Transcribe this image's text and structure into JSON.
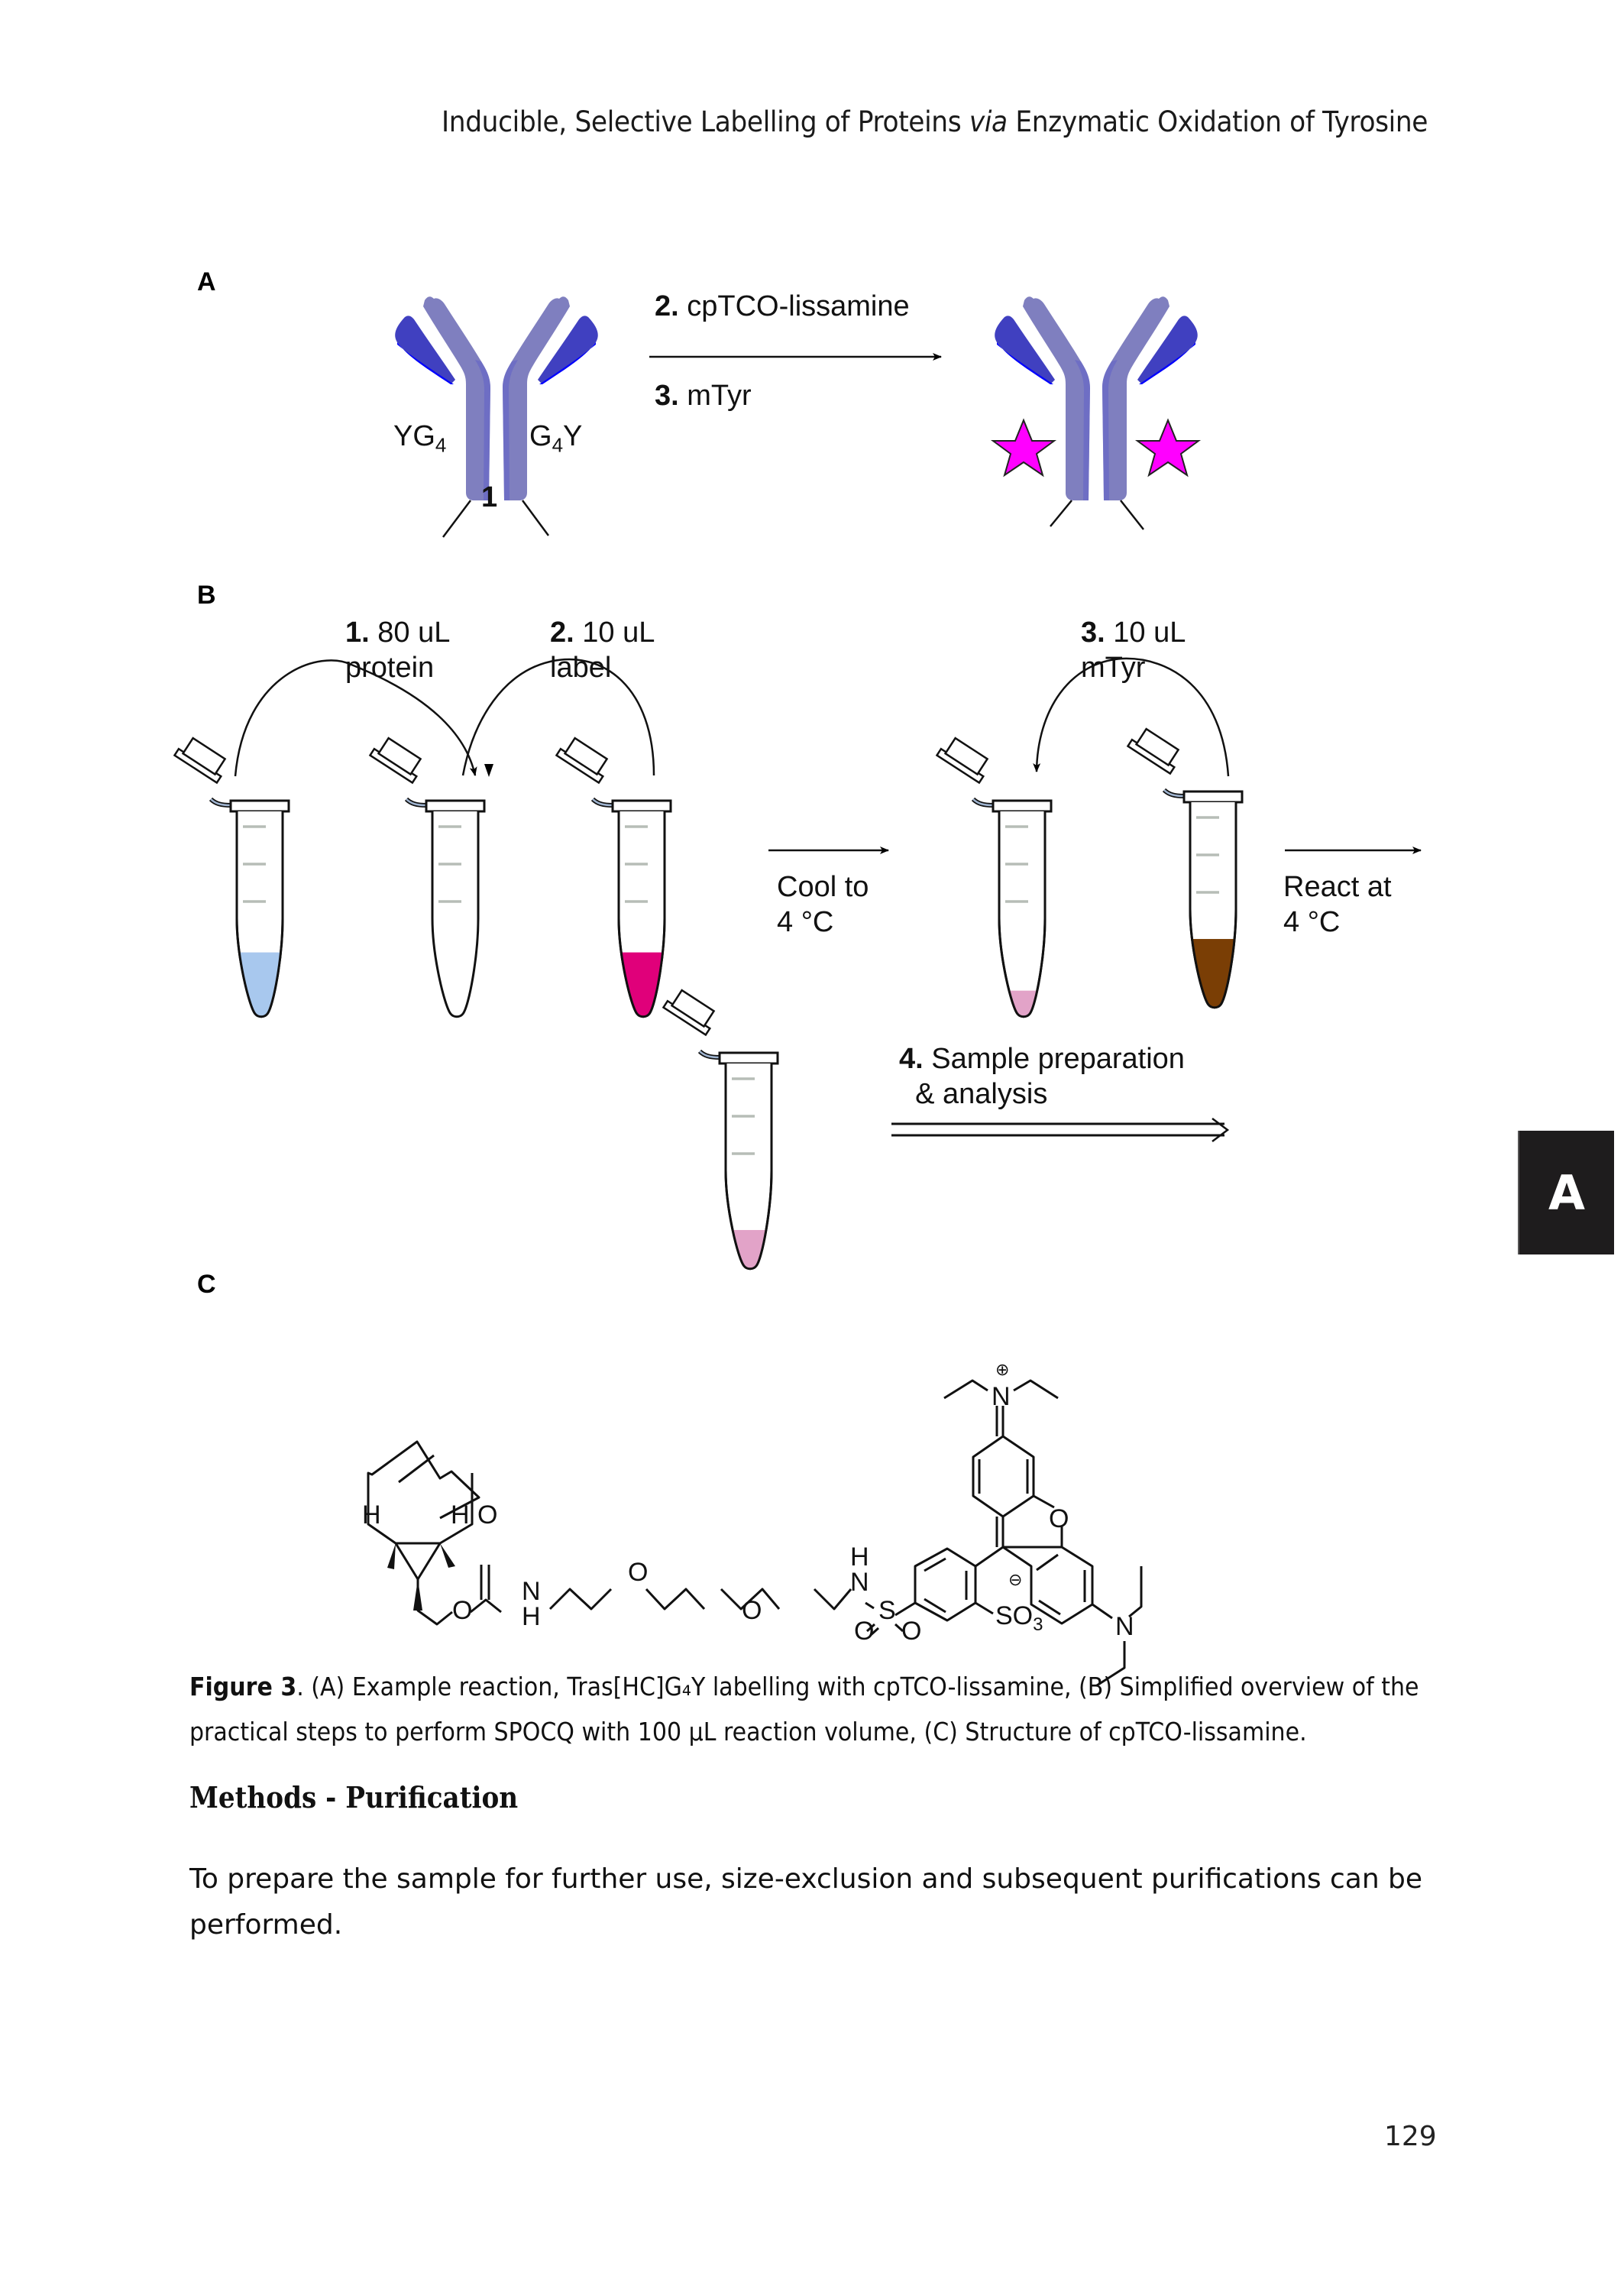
{
  "header": {
    "title_part1": "Inducible, Selective Labelling of Proteins ",
    "title_italic": "via",
    "title_part2": " Enzymatic Oxidation of Tyrosine"
  },
  "figure": {
    "panel_a": {
      "label": "A",
      "left_tag": "YG",
      "left_tag_sub": "4",
      "right_tag": "G",
      "right_tag_sub": "4",
      "right_tag_end": "Y",
      "compound_number": "1",
      "step2_num": "2.",
      "step2_text": " cpTCO-lissamine",
      "step3_num": "3.",
      "step3_text": " mTyr",
      "colors": {
        "antibody_heavy": "#7f7fbf",
        "antibody_light": "#4040c0",
        "label_star": "#ff00ff"
      }
    },
    "panel_b": {
      "label": "B",
      "step1_num": "1.",
      "step1_line1": " 80 uL",
      "step1_line2": "protein",
      "step2_num": "2.",
      "step2_line1": " 10 uL",
      "step2_line2": "label",
      "step3_num": "3.",
      "step3_line1": " 10 uL",
      "step3_line2": "mTyr",
      "cool_line1": "Cool to",
      "cool_line2": "4 °C",
      "react_line1": "React at",
      "react_line2": "4 °C",
      "step4_num": "4.",
      "step4_line1": " Sample preparation",
      "step4_line2": "& analysis",
      "tubes": [
        {
          "name": "protein-tube",
          "liquid_color": "#a8c8ee",
          "fill_level": 0.3
        },
        {
          "name": "empty-reaction-tube",
          "liquid_color": "",
          "fill_level": 0
        },
        {
          "name": "label-tube",
          "liquid_color": "#e0007a",
          "fill_level": 0.3
        },
        {
          "name": "cooled-mixture-tube",
          "liquid_color": "#e2a3c8",
          "fill_level": 0.12
        },
        {
          "name": "mtyr-tube",
          "liquid_color": "#7a3e05",
          "fill_level": 0.32
        },
        {
          "name": "final-sample-tube",
          "liquid_color": "#e2a3c8",
          "fill_level": 0.18
        }
      ]
    },
    "panel_c": {
      "label": "C",
      "atoms": {
        "H_left": "H",
        "H_right": "H",
        "O_carbonyl": "O",
        "O_ester": "O",
        "N_carbamate": "N",
        "H_carbamate": "H",
        "O_peg1": "O",
        "O_peg2": "O",
        "N_sulfonamide": "N",
        "H_sulfonamide": "H",
        "S": "S",
        "O_s1": "O",
        "O_s2": "O",
        "SO3": "SO",
        "SO3_sub": "3",
        "minus": "⊖",
        "O_xanthene": "O",
        "N_plus": "N",
        "plus": "⊕",
        "N_amine": "N"
      }
    }
  },
  "caption": {
    "label": "Figure 3",
    "line1": ". (A) Example reaction, Tras[HC]G₄Y labelling with cpTCO-lissamine, (B) Simplified overview of the",
    "line2": "practical steps to perform SPOCQ with 100 µL reaction volume, (C) Structure of cpTCO-lissamine."
  },
  "section": {
    "heading": "Methods - Purification",
    "paragraph_line1_words": [
      "To",
      "prepare",
      "the",
      "sample",
      "for",
      "further",
      "use,",
      "size-exclusion",
      "and",
      "subsequent",
      "purifications",
      "can",
      "be"
    ],
    "paragraph_line2": "performed."
  },
  "thumb_tab": {
    "label": "A"
  },
  "page_number": "129"
}
